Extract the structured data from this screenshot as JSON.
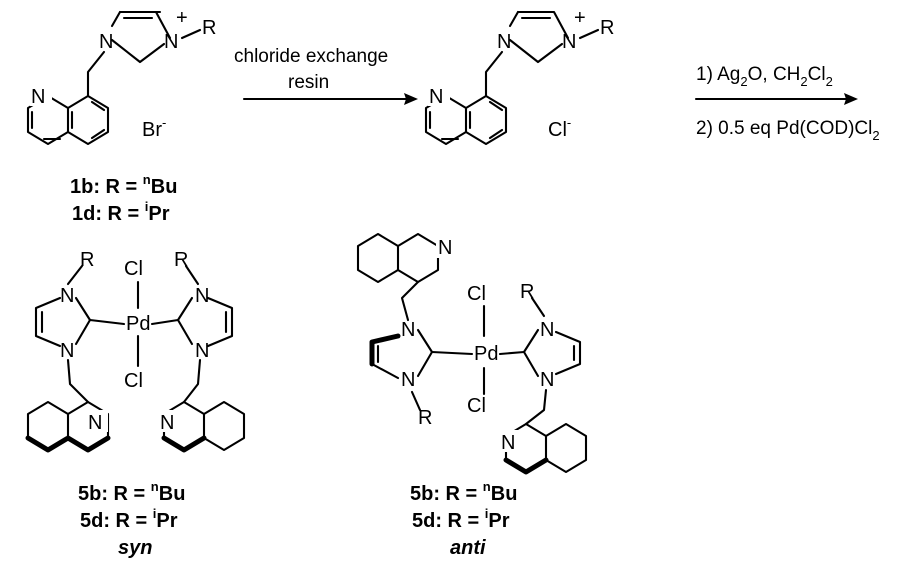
{
  "atoms": {
    "N": "N",
    "R": "R",
    "Cl": "Cl",
    "Pd": "Pd",
    "plus": "+",
    "Br": "Br",
    "Cl_anion": "Cl",
    "minus": "-"
  },
  "step1": {
    "line1": "chloride exchange",
    "line2": "resin"
  },
  "step2": {
    "line1_a": "1) Ag",
    "line1_sub1": "2",
    "line1_b": "O, CH",
    "line1_sub2": "2",
    "line1_c": "Cl",
    "line1_sub3": "2",
    "line2_a": "2) 0.5 eq Pd(COD)Cl",
    "line2_sub": "2"
  },
  "compounds": {
    "c1b": {
      "id": "1b",
      "rest": ": R = ",
      "sup": "n",
      "group": "Bu"
    },
    "c1d": {
      "id": "1d",
      "rest": ": R = ",
      "sup": "i",
      "group": "Pr"
    },
    "syn_b": {
      "id": "5b",
      "rest": ": R = ",
      "sup": "n",
      "group": "Bu"
    },
    "syn_d": {
      "id": "5d",
      "rest": ": R = ",
      "sup": "i",
      "group": "Pr"
    },
    "anti_b": {
      "id": "5b",
      "rest": ": R = ",
      "sup": "n",
      "group": "Bu"
    },
    "anti_d": {
      "id": "5d",
      "rest": ": R = ",
      "sup": "i",
      "group": "Pr"
    },
    "syn_label": "syn",
    "anti_label": "anti"
  }
}
